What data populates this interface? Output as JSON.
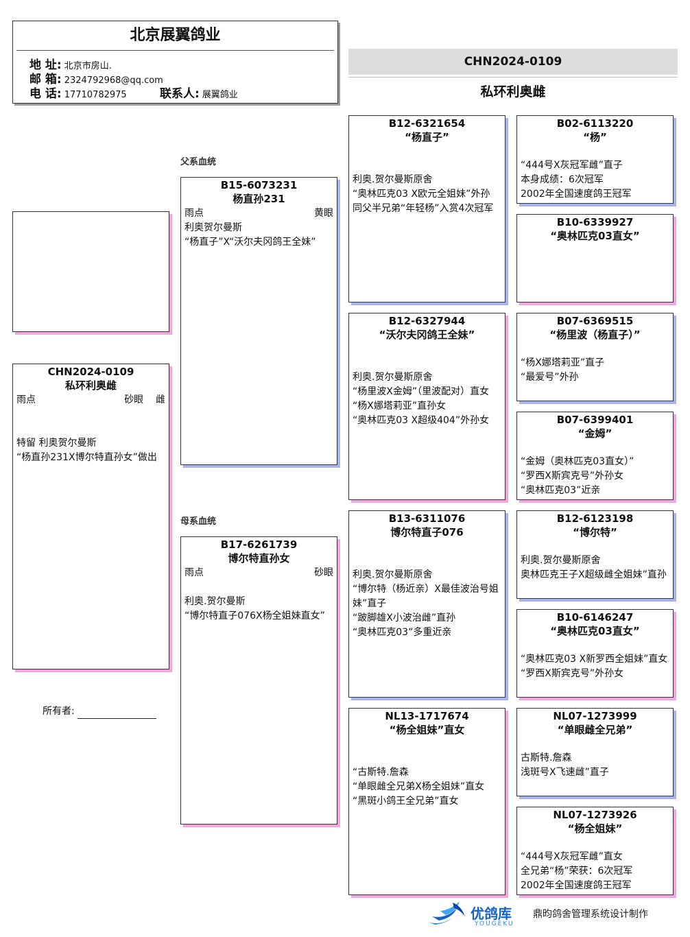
{
  "header": {
    "title": "北京展翼鸽业",
    "address_label": "地 址:",
    "address": "北京市房山.",
    "email_label": "邮 箱:",
    "email": "2324792968@qq.com",
    "phone_label": "电 话:",
    "phone": "17710782975",
    "contact_label": "联系人:",
    "contact": "展翼鸽业"
  },
  "top": {
    "ring": "CHN2024-0109",
    "name": "私环利奥雌"
  },
  "labels": {
    "father_line": "父系血统",
    "mother_line": "母系血统",
    "owner": "所有者:"
  },
  "subject": {
    "ring": "CHN2024-0109",
    "name": "私环利奥雌",
    "color": "雨点",
    "eye": "砂眼",
    "sex": "雌",
    "line1": "特留 利奥贺尔曼斯",
    "line2": "“杨直孙231X博尔特直孙女”做出"
  },
  "sire": {
    "ring": "B15-6073231",
    "name": "杨直孙231",
    "color": "雨点",
    "eye": "黄眼",
    "line1": "利奥贺尔曼斯",
    "line2": "“杨直子”X“沃尔夫冈鸽王全妹”"
  },
  "dam": {
    "ring": "B17-6261739",
    "name": "博尔特直孙女",
    "color": "雨点",
    "eye": "砂眼",
    "line1": "利奥.贺尔曼斯",
    "line2": "“博尔特直子076X杨全姐妹直女”"
  },
  "gp1": {
    "ring": "B12-6321654",
    "name": "“杨直子”",
    "line1": "利奥.贺尔曼斯原舍",
    "line2": "“奥林匹克03 X欧元全姐妹”外孙",
    "line3": "同父半兄弟“年轻杨”入赏4次冠军"
  },
  "gp2": {
    "ring": "B12-6327944",
    "name": "“沃尔夫冈鸽王全妹”",
    "line1": "利奥.贺尔曼斯原舍",
    "line2": "“杨里波X金姆”（里波配对）直女",
    "line3": "“杨X娜塔莉亚”直孙女",
    "line4": "“奥林匹克03 X超级404”外孙女"
  },
  "gp3": {
    "ring": "B13-6311076",
    "name": "博尔特直子076",
    "line1": "利奥.贺尔曼斯原舍",
    "line2": "“博尔特（杨近亲）X最佳波治号姐妹”直子",
    "line3": "“跛脚雄X小波治雌”直孙",
    "line4": "“奥林匹克03”多重近亲"
  },
  "gp4": {
    "ring": "NL13-1717674",
    "name": "“杨全姐妹”直女",
    "line1": "“古斯特.詹森",
    "line2": "“单眼雌全兄弟X杨全姐妹”直女",
    "line3": "“黑斑小鸽王全兄弟”直女"
  },
  "ggp1": {
    "ring": "B02-6113220",
    "name": "“杨”",
    "line1": "“444号X灰冠军雌”直子",
    "line2": "本身成绩：6次冠军",
    "line3": "2002年全国速度鸽王冠军"
  },
  "ggp2": {
    "ring": "B10-6339927",
    "name": "“奥林匹克03直女”"
  },
  "ggp3": {
    "ring": "B07-6369515",
    "name": "“杨里波（杨直子）”",
    "line1": "“杨X娜塔莉亚”直子",
    "line2": "“最爱号”外孙"
  },
  "ggp4": {
    "ring": "B07-6399401",
    "name": "“金姆”",
    "line1": "“金姆（奥林匹克03直女）”",
    "line2": "“罗西X斯宾克号”外孙女",
    "line3": "“奥林匹克03”近亲"
  },
  "ggp5": {
    "ring": "B12-6123198",
    "name": "“博尔特”",
    "line1": "利奥.贺尔曼斯原舍",
    "line2": "奥林匹克王子X超级雌全姐妹”直孙"
  },
  "ggp6": {
    "ring": "B10-6146247",
    "name": "“奥林匹克03直女”",
    "line1": "“奥林匹克03 X新罗西全姐妹”直女",
    "line2": "“罗西X斯宾克号”外孙女"
  },
  "ggp7": {
    "ring": "NL07-1273999",
    "name": "“单眼雌全兄弟”",
    "line1": "古斯特.詹森",
    "line2": "浅斑号X飞速雌”直子"
  },
  "ggp8": {
    "ring": "NL07-1273926",
    "name": "“杨全姐妹”",
    "line1": "“444号X灰冠军雌”直女",
    "line2": "全兄弟“杨”荣获：6次冠军",
    "line3": "2002年全国速度鸽王冠军"
  },
  "footer": {
    "brand_cn": "优鸽库",
    "brand_en": "YOUGEKU",
    "text": "鼎昀鸽舍管理系统设计制作"
  },
  "colors": {
    "shadow_male": "#a9b4ec",
    "shadow_female": "#f3a6de",
    "brand": "#1565c0"
  }
}
